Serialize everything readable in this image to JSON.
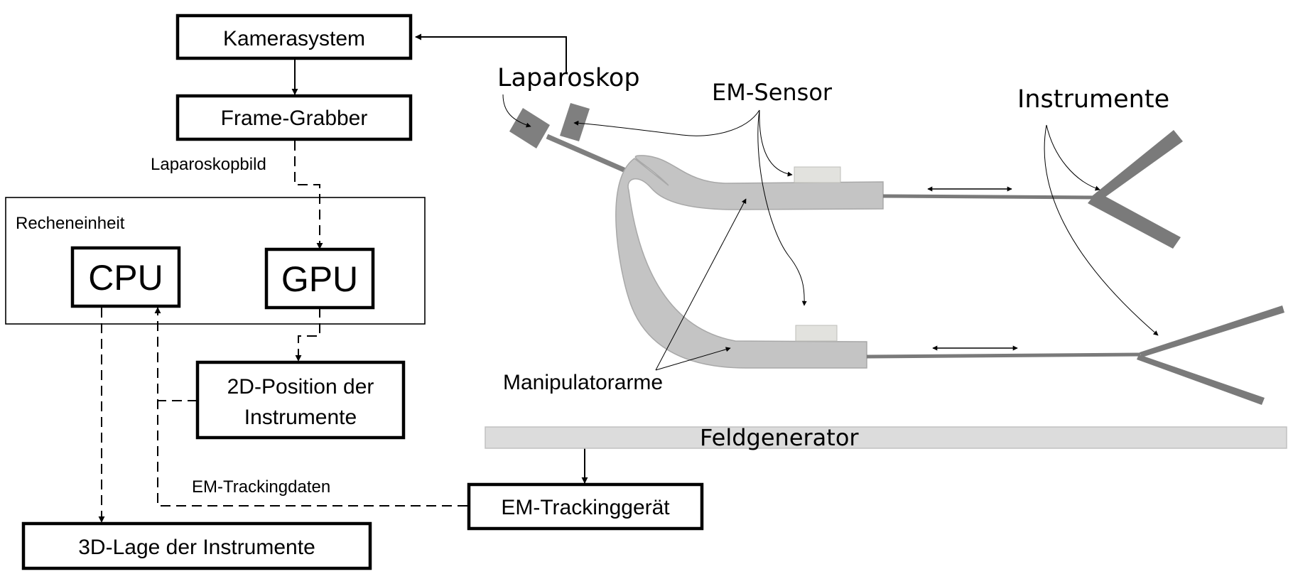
{
  "nodes": {
    "kamerasystem": "Kamerasystem",
    "frame_grabber": "Frame-Grabber",
    "recheneinheit": "Recheneinheit",
    "cpu": "CPU",
    "gpu": "GPU",
    "position_2d_line1": "2D-Position der",
    "position_2d_line2": "Instrumente",
    "lage_3d": "3D-Lage der Instrumente",
    "em_trackinggeraet": "EM-Trackinggerät"
  },
  "edges": {
    "laparoskopbild": "Laparoskopbild",
    "em_trackingdaten": "EM-Trackingdaten"
  },
  "illustration": {
    "laparoskop": "Laparoskop",
    "em_sensor": "EM-Sensor",
    "instrumente": "Instrumente",
    "manipulatorarme": "Manipulatorarme",
    "feldgenerator": "Feldgenerator"
  },
  "colors": {
    "line": "#000000",
    "arm_fill": "#c4c4c4",
    "arm_stroke": "#a8a8a8",
    "instrument": "#7a7a7a",
    "sensor": "#e2e2de",
    "feldgenerator": "#dcdcdc"
  }
}
